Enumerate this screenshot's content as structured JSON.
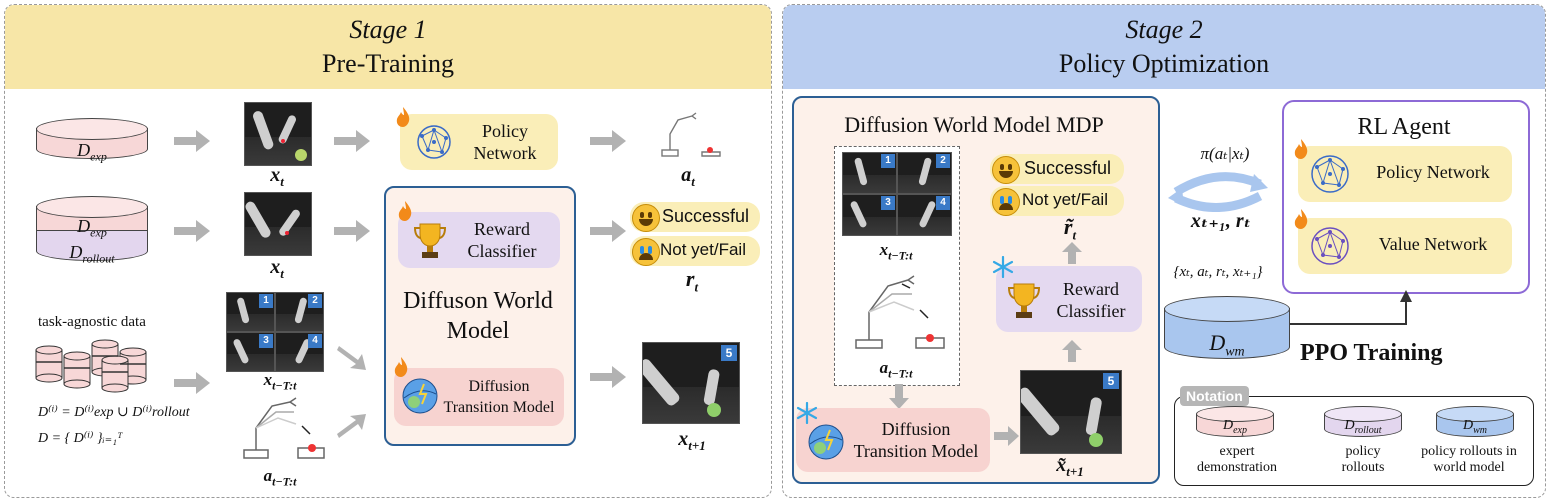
{
  "stage1": {
    "title": "Stage 1",
    "subtitle": "Pre-Training",
    "color": "#f7e6a7"
  },
  "stage2": {
    "title": "Stage 2",
    "subtitle": "Policy Optimization",
    "color": "#b9cdf0"
  },
  "datasets": {
    "d_exp": "D",
    "d_exp_sub": "exp",
    "d_rollout": "D",
    "d_rollout_sub": "rollout",
    "d_wm": "D",
    "d_wm_sub": "wm"
  },
  "stage1_labels": {
    "task_agnostic": "task-agnostic data",
    "formula1": "D⁽ⁱ⁾ = D⁽ⁱ⁾exp ∪ D⁽ⁱ⁾rollout",
    "formula2": "D = { D⁽ⁱ⁾ }ᵢ₌₁ᵀ",
    "x_t_1": "x",
    "x_t_1_sub": "t",
    "x_t_2": "x",
    "x_t_2_sub": "t",
    "x_seq": "x",
    "x_seq_sub": "t−T:t",
    "a_seq": "a",
    "a_seq_sub": "t−T:t",
    "a_t": "a",
    "a_t_sub": "t",
    "r_t": "r",
    "r_t_sub": "t",
    "x_next": "x",
    "x_next_sub": "t+1",
    "policy_network": "Policy Network",
    "reward_classifier": "Reward Classifier",
    "world_model_title": "Diffuson World Model",
    "diffusion_transition": "Diffusion Transition Model",
    "successful": "Successful",
    "not_yet_fail": "Not yet/Fail",
    "frame_badge": "5"
  },
  "stage2_labels": {
    "mdp_title": "Diffusion World Model MDP",
    "x_seq": "x",
    "x_seq_sub": "t−T:t",
    "a_seq": "a",
    "a_seq_sub": "t−T:t",
    "successful": "Successful",
    "not_yet_fail": "Not yet/Fail",
    "r_tilde": "r̃",
    "r_tilde_sub": "t",
    "reward_classifier": "Reward Classifier",
    "diffusion_transition": "Diffusion Transition Model",
    "x_tilde": "x̃",
    "x_tilde_sub": "t+1",
    "frame_badge": "5",
    "policy_eq": "π(aₜ|xₜ)",
    "state_reward": "xₜ₊₁,  rₜ",
    "tuple": "{xₜ, aₜ, rₜ, xₜ₊₁}",
    "ppo": "PPO Training",
    "rl_agent": "RL Agent",
    "policy_network": "Policy Network",
    "value_network": "Value Network"
  },
  "notation": {
    "title": "Notation",
    "exp_desc": "expert demonstration",
    "rollout_desc": "policy rollouts",
    "wm_desc": "policy rollouts in world model"
  },
  "grid_badges": [
    "1",
    "2",
    "3",
    "4"
  ]
}
